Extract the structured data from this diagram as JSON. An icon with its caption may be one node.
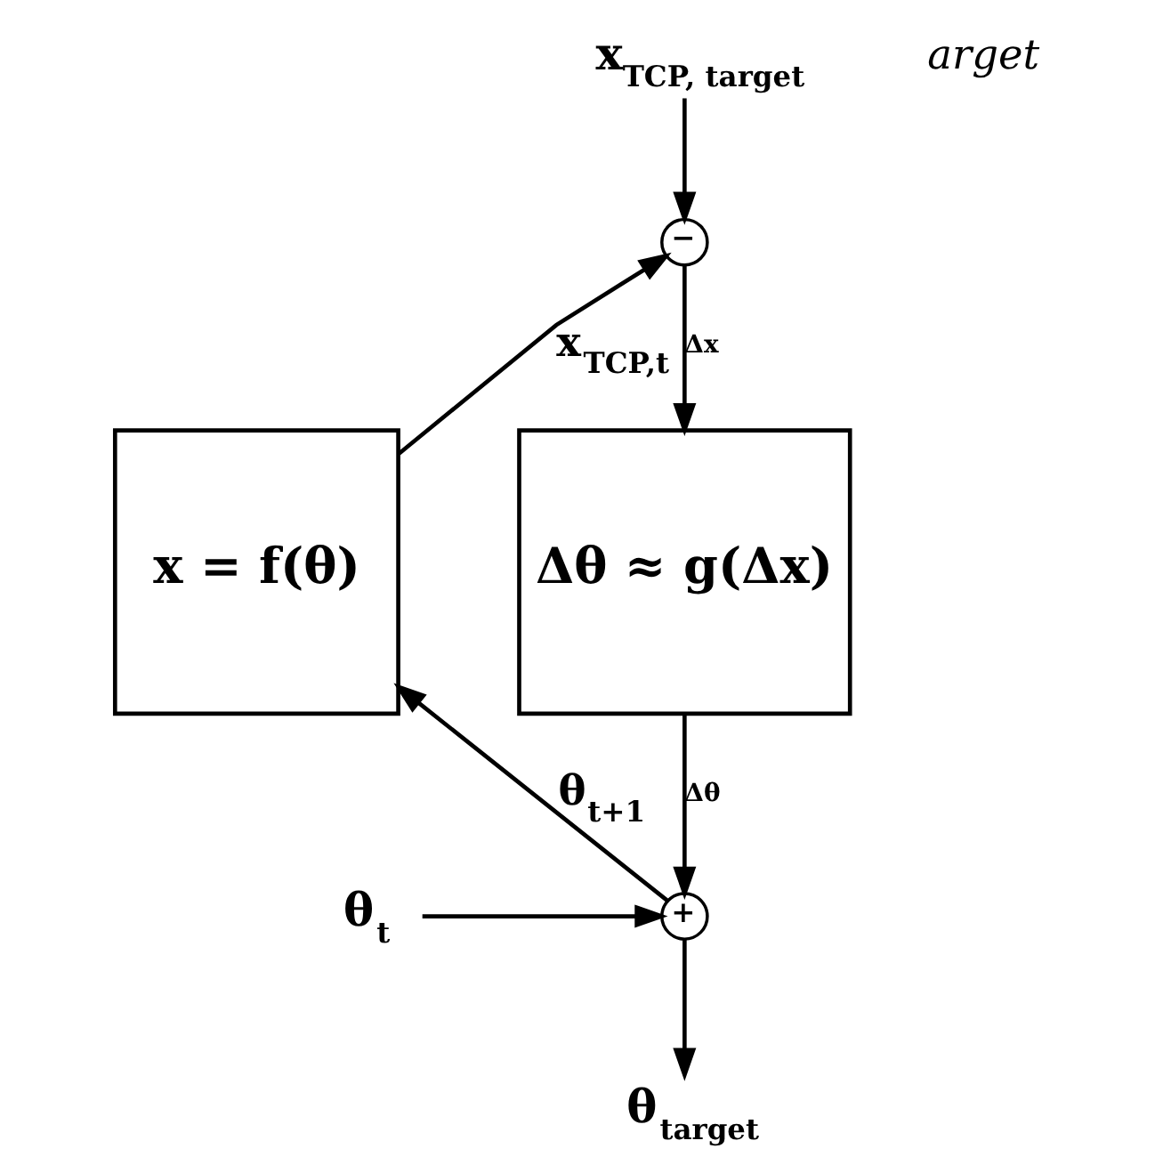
{
  "diagram": {
    "nodes": [
      {
        "text": [
          "x = f(θ)"
        ]
      },
      {
        "text": [
          "Δθ ≈ g(Δx)"
        ]
      },
      {
        "text": [
          "−"
        ]
      },
      {
        "text": [
          "+"
        ]
      },
      {
        "text": [
          "x$_{TCP, target}$"
        ]
      },
      {
        "text": [
          "θ$_{t}$"
        ]
      },
      {
        "text": [
          "θ$_{target}$"
        ]
      }
    ],
    "edges": [
      {
        "from": 0,
        "to": 2,
        "arrow": "to",
        "label": "x$_{TCP,t}$"
      },
      {
        "from": 4,
        "to": 2,
        "arrow": "to"
      },
      {
        "from": 2,
        "to": 1,
        "arrow": "to",
        "label": "Δx"
      },
      {
        "from": 1,
        "to": 3,
        "arrow": "to",
        "label": "Δθ"
      },
      {
        "from": 5,
        "to": 3,
        "arrow": "to"
      },
      {
        "from": 3,
        "to": 0,
        "arrow": "to",
        "label": "θ$_{t+1}$"
      },
      {
        "from": 3,
        "to": 6,
        "arrow": "to"
      }
    ],
    "labels": [
      "arget"
    ]
  }
}
